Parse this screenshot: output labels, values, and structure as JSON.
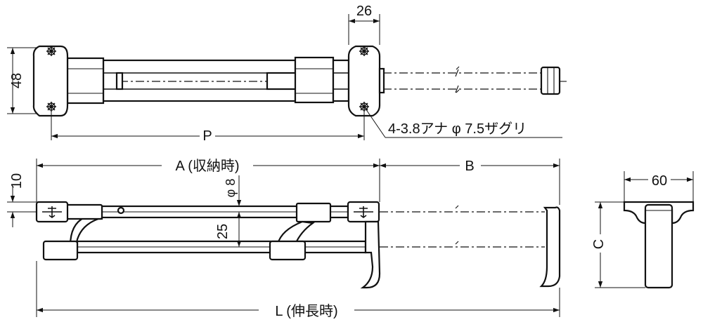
{
  "dimensions": {
    "width_top": "26",
    "height_top": "48",
    "pitch": "P",
    "hole_spec": "4-3.8アナ φ 7.5ザグリ",
    "retracted": "A (収納時)",
    "extension": "B",
    "gap": "10",
    "rod_dia": "φ 8",
    "rod_spacing": "25",
    "extended": "L (伸長時)",
    "depth": "60",
    "height_side": "C"
  }
}
